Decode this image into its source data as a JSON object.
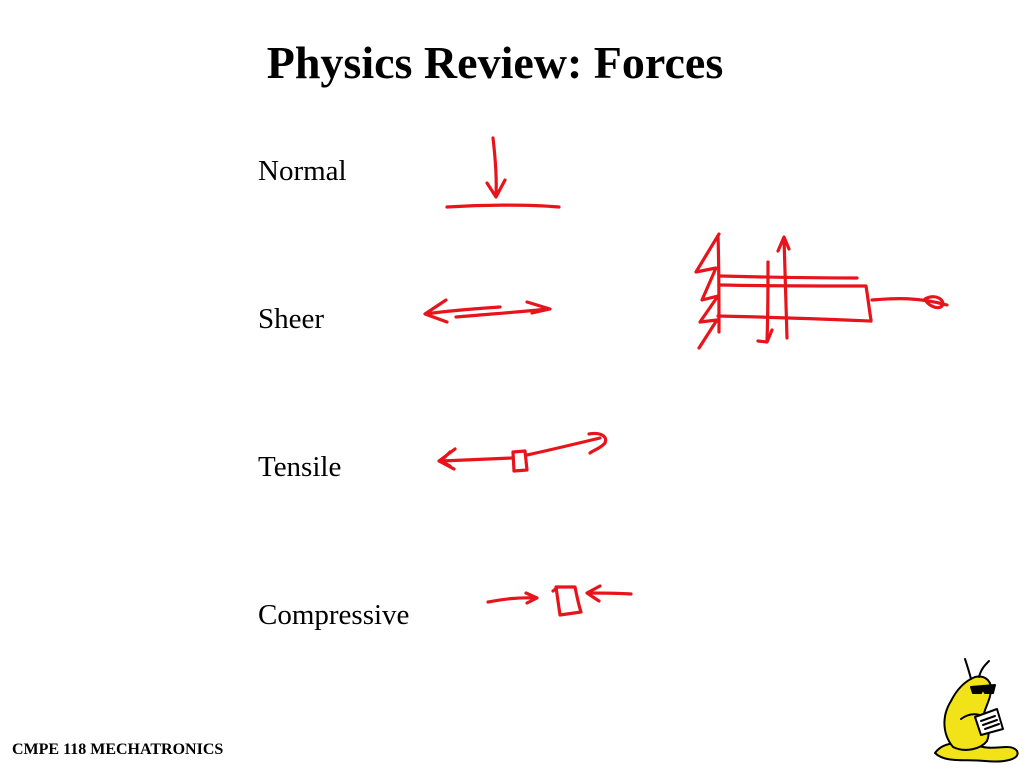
{
  "slide": {
    "title": "Physics Review: Forces",
    "footer": "CMPE 118 MECHATRONICS"
  },
  "forces": [
    {
      "label": "Normal"
    },
    {
      "label": "Sheer"
    },
    {
      "label": "Tensile"
    },
    {
      "label": "Compressive"
    }
  ],
  "colors": {
    "ink": "#e8141c",
    "text": "#000000",
    "mascot_body": "#f2e218",
    "mascot_outline": "#000000"
  },
  "icons": {
    "mascot": "banana-slug-mascot-icon"
  }
}
